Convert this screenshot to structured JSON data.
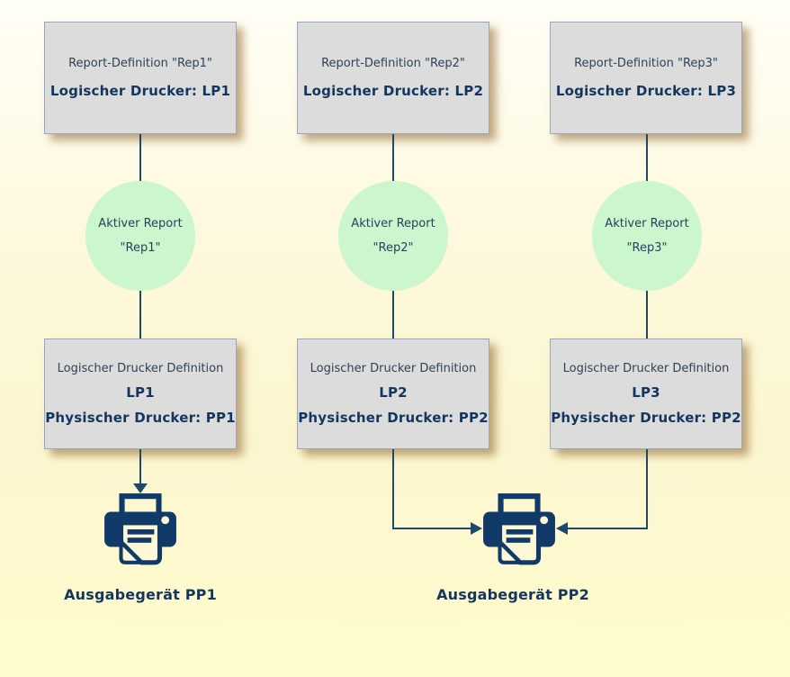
{
  "columns": [
    {
      "report_box": {
        "line1": "Report-Definition \"Rep1\"",
        "line2": "Logischer Drucker: LP1"
      },
      "active_report": {
        "line1": "Aktiver Report",
        "line2": "\"Rep1\""
      },
      "printer_def_box": {
        "line1": "Logischer Drucker Definition",
        "line2": "LP1",
        "line3": "Physischer Drucker: PP1"
      }
    },
    {
      "report_box": {
        "line1": "Report-Definition \"Rep2\"",
        "line2": "Logischer Drucker: LP2"
      },
      "active_report": {
        "line1": "Aktiver Report",
        "line2": "\"Rep2\""
      },
      "printer_def_box": {
        "line1": "Logischer Drucker Definition",
        "line2": "LP2",
        "line3": "Physischer Drucker: PP2"
      }
    },
    {
      "report_box": {
        "line1": "Report-Definition \"Rep3\"",
        "line2": "Logischer Drucker: LP3"
      },
      "active_report": {
        "line1": "Aktiver Report",
        "line2": "\"Rep3\""
      },
      "printer_def_box": {
        "line1": "Logischer Drucker Definition",
        "line2": "LP3",
        "line3": "Physischer Drucker: PP2"
      }
    }
  ],
  "outputs": [
    {
      "label": "Ausgabegerät PP1"
    },
    {
      "label": "Ausgabegerät PP2"
    }
  ],
  "icons": {
    "printer_1": "printer-icon",
    "printer_2": "printer-icon"
  },
  "colors": {
    "background_top": "#fffef6",
    "background_bottom": "#fffccd",
    "box_fill": "#dcdcdc",
    "box_border": "#99a5c2",
    "box_shadow": "rgba(141,97,36,0.55)",
    "circle_fill": "#ccf6cd",
    "connector": "#1d4a6a",
    "accent_navy": "#14365e",
    "icon_navy": "#123a68",
    "text_regular": "#2d4356"
  }
}
